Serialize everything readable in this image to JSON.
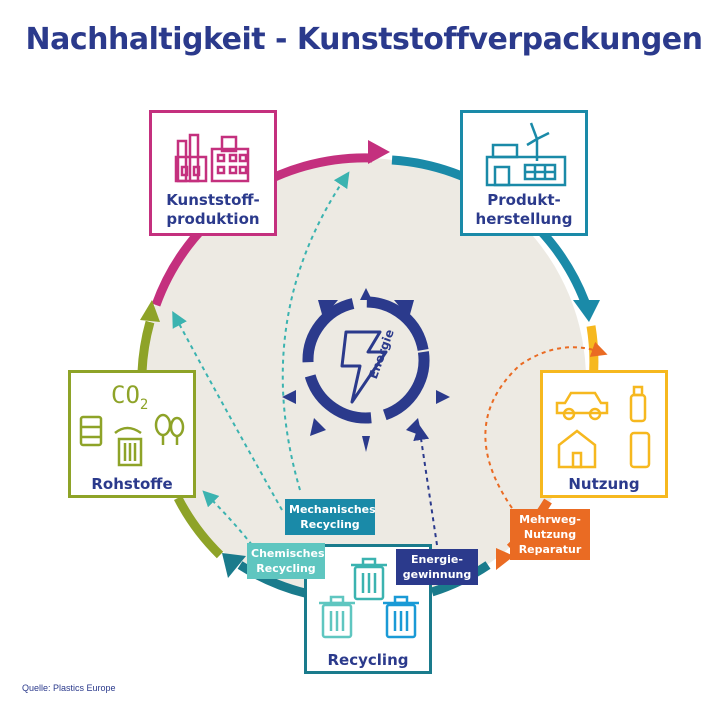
{
  "title": "Nachhaltigkeit - Kunststoffverpackungen",
  "source": "Quelle: Plastics Europe",
  "colors": {
    "navy": "#2b3a8c",
    "magenta": "#c4307e",
    "teal": "#1a8aa8",
    "yellow": "#f6b81f",
    "orange": "#ea6b23",
    "olive": "#8ea328",
    "dark_teal": "#1a7b8c",
    "circle_fill": "#edeae3"
  },
  "stages": {
    "kunststoffproduktion": {
      "line1": "Kunststoff-",
      "line2": "produktion",
      "icon": "factory-icon"
    },
    "produktherstellung": {
      "line1": "Produkt-",
      "line2": "herstellung",
      "icon": "factory-windmill-icon"
    },
    "nutzung": {
      "label": "Nutzung",
      "icons": [
        "car-icon",
        "bottle-icon",
        "house-icon",
        "phone-icon"
      ]
    },
    "recycling": {
      "label": "Recycling",
      "icon": "trash-bins-icon"
    },
    "rohstoffe": {
      "label": "Rohstoffe",
      "co2": "CO",
      "co2_sub": "2",
      "icons": [
        "oil-barrel-icon",
        "trees-icon",
        "bucket-icon"
      ]
    }
  },
  "center": {
    "label": "Energie",
    "icon": "lightning-icon"
  },
  "tags": {
    "mechanisches": {
      "line1": "Mechanisches",
      "line2": "Recycling"
    },
    "chemisches": {
      "line1": "Chemisches",
      "line2": "Recycling"
    },
    "energie": {
      "line1": "Energie-",
      "line2": "gewinnung"
    },
    "mehrweg": {
      "line1": "Mehrweg-",
      "line2": "Nutzung",
      "line3": "Reparatur"
    }
  }
}
